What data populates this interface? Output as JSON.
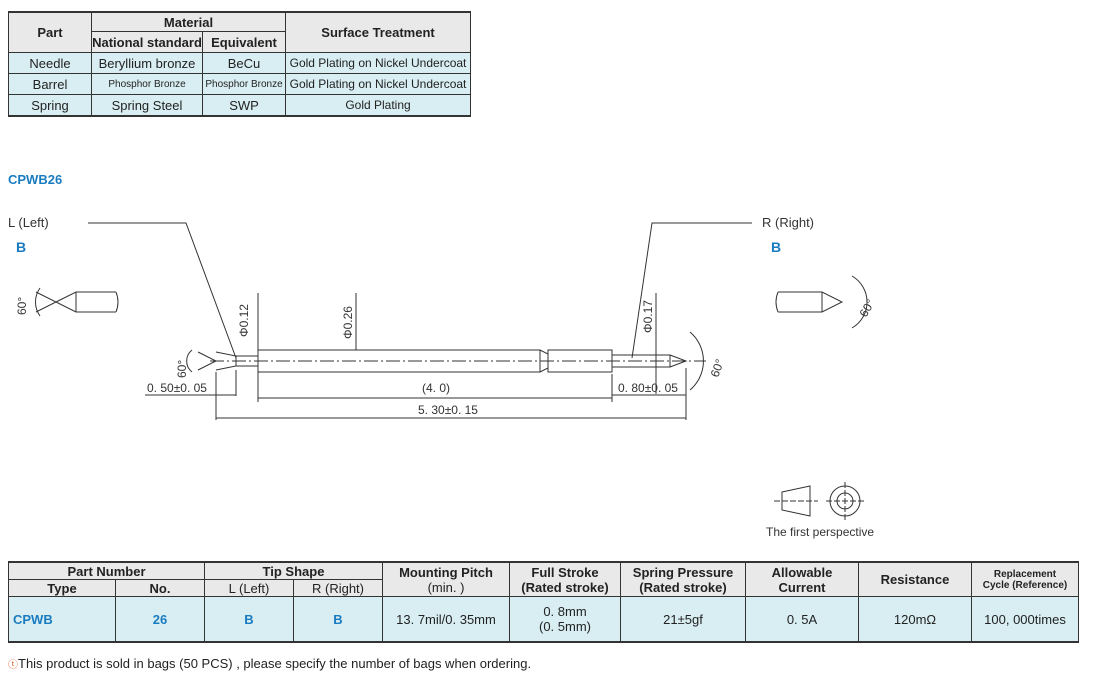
{
  "material_table": {
    "h_part": "Part",
    "h_material": "Material",
    "h_national": "National standard",
    "h_equivalent": "Equivalent",
    "h_surface": "Surface Treatment",
    "rows": [
      {
        "part": "Needle",
        "national": "Beryllium bronze",
        "equivalent": "BeCu",
        "surface": "Gold Plating on Nickel Undercoat"
      },
      {
        "part": "Barrel",
        "national": "Phosphor Bronze",
        "equivalent": "Phosphor Bronze",
        "surface": "Gold Plating on Nickel Undercoat"
      },
      {
        "part": "Spring",
        "national": "Spring Steel",
        "equivalent": "SWP",
        "surface": "Gold Plating"
      }
    ]
  },
  "section_title": "CPWB26",
  "drawing": {
    "left_label": "L (Left)",
    "left_code": "B",
    "right_label": "R (Right)",
    "right_code": "B",
    "angle": "60°",
    "phi_left": "Φ0.12",
    "phi_mid": "Φ0.26",
    "phi_right": "Φ0.17",
    "dim_left": "0. 50±0. 05",
    "dim_mid": "(4. 0)",
    "dim_right": "0. 80±0. 05",
    "dim_total": "5. 30±0. 15",
    "perspective": "The first perspective"
  },
  "spec_table": {
    "h_part_number": "Part Number",
    "h_type": "Type",
    "h_no": "No.",
    "h_tip_shape": "Tip Shape",
    "h_l": "L (Left)",
    "h_r": "R (Right)",
    "h_mounting": "Mounting Pitch",
    "h_mounting_sub": "(min. )",
    "h_full_stroke": "Full Stroke",
    "h_full_stroke_sub": "(Rated stroke)",
    "h_spring": "Spring Pressure",
    "h_spring_sub": "(Rated stroke)",
    "h_current": "Allowable",
    "h_current_sub": "Current",
    "h_resistance": "Resistance",
    "h_replacement": "Replacement",
    "h_replacement_sub": "Cycle (Reference)",
    "row": {
      "type": "CPWB",
      "no": "26",
      "l": "B",
      "r": "B",
      "mounting": "13. 7mil/0. 35mm",
      "full_stroke": "0. 8mm",
      "full_stroke_rated": "(0. 5mm)",
      "spring": "21±5gf",
      "current": "0. 5A",
      "resistance": "120mΩ",
      "replacement": "100, 000times"
    }
  },
  "note": "This product is sold in bags (50 PCS) , please specify the number of bags when ordering.",
  "colors": {
    "accent": "#1a7cc0",
    "cell_bg": "#d8eef2",
    "header_bg": "#e9e9e9"
  }
}
